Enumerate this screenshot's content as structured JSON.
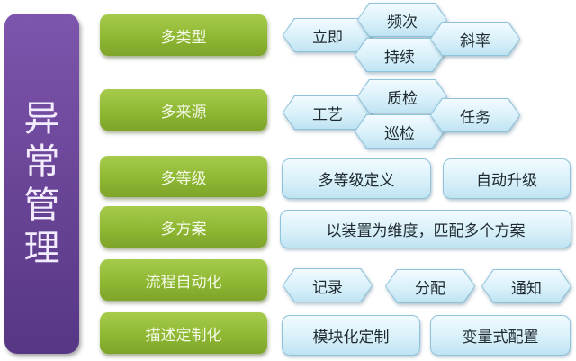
{
  "root": {
    "label": "异常管理",
    "chars": [
      "异",
      "常",
      "管",
      "理"
    ],
    "color": "#6a4597"
  },
  "categories": [
    {
      "label": "多类型",
      "items": [
        "立即",
        "频次",
        "持续",
        "斜率"
      ]
    },
    {
      "label": "多来源",
      "items": [
        "工艺",
        "质检",
        "巡检",
        "任务"
      ]
    },
    {
      "label": "多等级",
      "items": [
        "多等级定义",
        "自动升级"
      ]
    },
    {
      "label": "多方案",
      "items": [
        "以装置为维度，匹配多个方案"
      ]
    },
    {
      "label": "流程自动化",
      "items": [
        "记录",
        "分配",
        "通知"
      ]
    },
    {
      "label": "描述定制化",
      "items": [
        "模块化定制",
        "变量式配置"
      ]
    }
  ],
  "colors": {
    "category_green": "#8fb833",
    "item_blue": "#d6eff9",
    "root_purple": "#6a4597"
  }
}
